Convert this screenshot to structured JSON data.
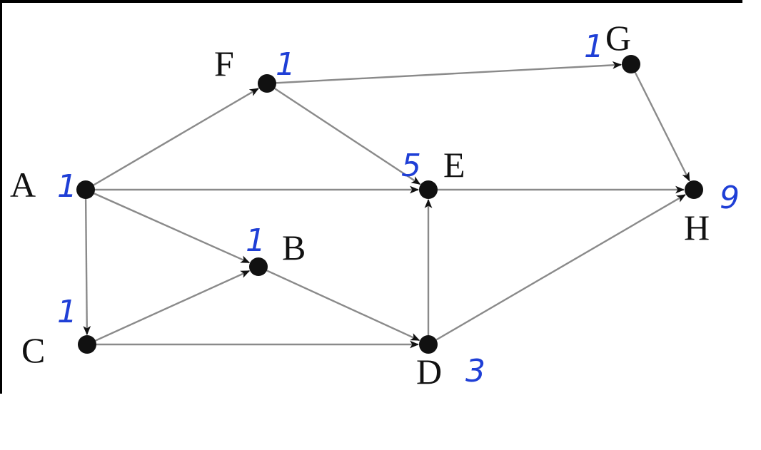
{
  "diagram": {
    "nodes": [
      {
        "id": "A",
        "label": "A",
        "note": "1"
      },
      {
        "id": "B",
        "label": "B",
        "note": "1"
      },
      {
        "id": "C",
        "label": "C",
        "note": "1"
      },
      {
        "id": "D",
        "label": "D",
        "note": "3"
      },
      {
        "id": "E",
        "label": "E",
        "note": "5"
      },
      {
        "id": "F",
        "label": "F",
        "note": "1"
      },
      {
        "id": "G",
        "label": "G",
        "note": "1"
      },
      {
        "id": "H",
        "label": "H",
        "note": "9"
      }
    ],
    "edges": [
      {
        "from": "A",
        "to": "F"
      },
      {
        "from": "A",
        "to": "E"
      },
      {
        "from": "A",
        "to": "B"
      },
      {
        "from": "A",
        "to": "C"
      },
      {
        "from": "C",
        "to": "B"
      },
      {
        "from": "C",
        "to": "D"
      },
      {
        "from": "B",
        "to": "D"
      },
      {
        "from": "D",
        "to": "E"
      },
      {
        "from": "D",
        "to": "H"
      },
      {
        "from": "F",
        "to": "E"
      },
      {
        "from": "F",
        "to": "G"
      },
      {
        "from": "E",
        "to": "H"
      },
      {
        "from": "G",
        "to": "H"
      }
    ],
    "colors": {
      "node": "#111111",
      "edge": "#8a8a8a",
      "annotation": "#1f3fd6"
    }
  }
}
